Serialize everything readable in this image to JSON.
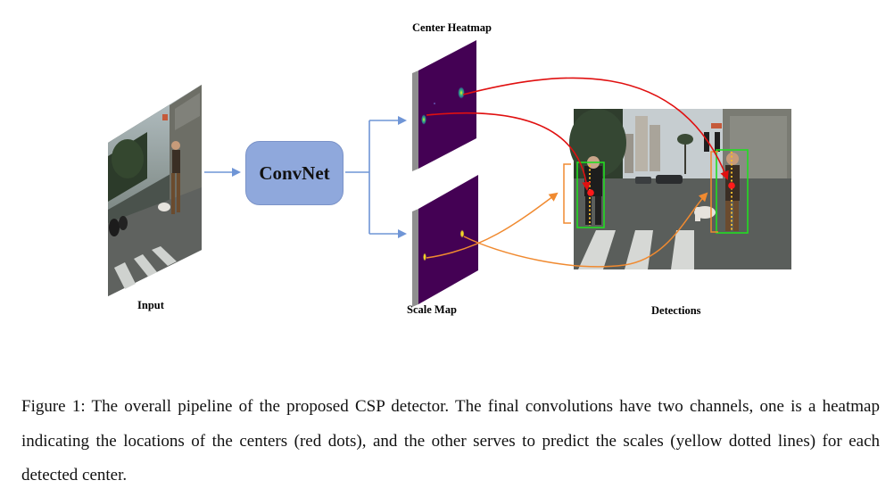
{
  "figure": {
    "labels": {
      "center_heatmap": "Center Heatmap",
      "convnet": "ConvNet",
      "input": "Input",
      "scale_map": "Scale Map",
      "detections": "Detections"
    },
    "colors": {
      "convnet_fill": "#8fa8dc",
      "blue_arrow": "#6f95d6",
      "red_arrow": "#e01010",
      "orange_arrow": "#f08a30",
      "map_background": "#440154",
      "detection_box": "#22dd22",
      "center_dot": "#ff1a1a",
      "scale_line": "#f2b830"
    }
  },
  "caption": {
    "text": "Figure 1: The overall pipeline of the proposed CSP detector. The final convolutions have two channels, one is a heatmap indicating the locations of the centers (red dots), and the other serves to predict the scales (yellow dotted lines) for each detected center."
  }
}
